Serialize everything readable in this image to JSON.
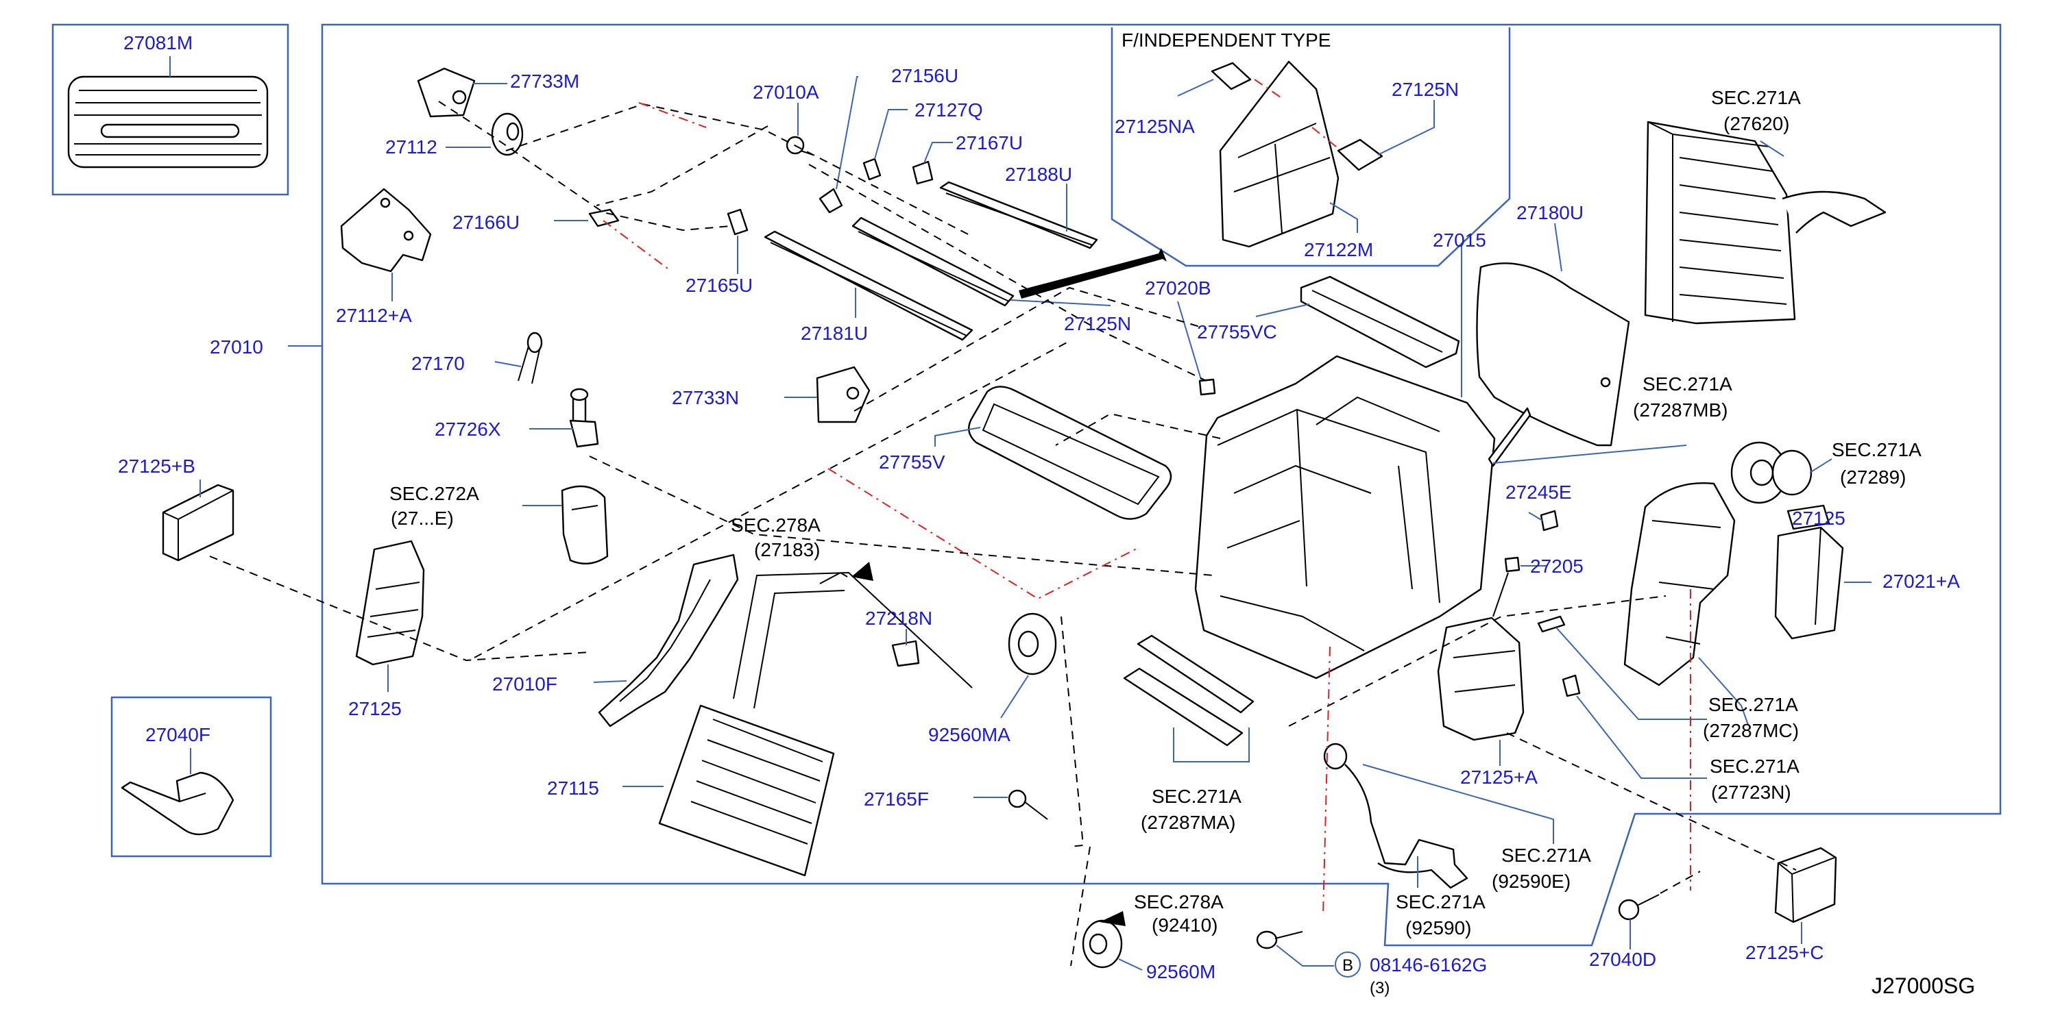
{
  "diagram": {
    "code": "J27000SG",
    "variant_label": "F/INDEPENDENT   TYPE",
    "colors": {
      "part_number": "#1a1ad6",
      "frame": "#3a64b8",
      "red_dash": "#e02020",
      "ink": "#000000"
    },
    "callouts": {
      "p27081M": "27081M",
      "p27733M": "27733M",
      "p27112": "27112",
      "p27112A": "27112+A",
      "p27166U": "27166U",
      "p27010A": "27010A",
      "p27156U": "27156U",
      "p27127Q": "27127Q",
      "p27167U": "27167U",
      "p27188U": "27188U",
      "p27165U": "27165U",
      "p27181U": "27181U",
      "p27125N_low": "27125N",
      "p27010": "27010",
      "p27170": "27170",
      "p27733N": "27733N",
      "p27726X": "27726X",
      "p27755V": "27755V",
      "p27125B": "27125+B",
      "p27125": "27125",
      "p27010F": "27010F",
      "p27040F": "27040F",
      "p27115": "27115",
      "p27218N": "27218N",
      "p92560MA": "92560MA",
      "p27165F": "27165F",
      "p92560M": "92560M",
      "p08146": "08146-6162G",
      "p27125NA": "27125NA",
      "p27125N_top": "27125N",
      "p27122M": "27122M",
      "p27020B": "27020B",
      "p27755VC": "27755VC",
      "p27015": "27015",
      "p27180U": "27180U",
      "p27245E": "27245E",
      "p27205": "27205",
      "p27125A": "27125+A",
      "p27040D": "27040D",
      "p27125C": "27125+C",
      "p27021A": "27021+A",
      "p27125_right": "27125"
    },
    "black_labels": {
      "sec271_27620_a": "SEC.271A",
      "sec271_27620_b": "(27620)",
      "sec271_27287MB_a": "SEC.271A",
      "sec271_27287MB_b": "(27287MB)",
      "sec271_27289_a": "SEC.271A",
      "sec271_27289_b": "(27289)",
      "sec271_27287MC_a": "SEC.271A",
      "sec271_27287MC_b": "(27287MC)",
      "sec271_27723N_a": "SEC.271A",
      "sec271_27723N_b": "(27723N)",
      "sec271_27287MA_a": "SEC.271A",
      "sec271_27287MA_b": "(27287MA)",
      "sec271_92590E_a": "SEC.271A",
      "sec271_92590E_b": "(92590E)",
      "sec271_92590_a": "SEC.271A",
      "sec271_92590_b": "(92590)",
      "sec278_a": "SEC.278A",
      "sec278_b": "(92410)",
      "sec272_a": "SEC.272A",
      "sec272_b": "(27...E)",
      "sec278_mid_a": "SEC.278A",
      "sec278_mid_b": "(27183)",
      "bolt_b": "B",
      "bolt_qty": "(3)"
    }
  }
}
